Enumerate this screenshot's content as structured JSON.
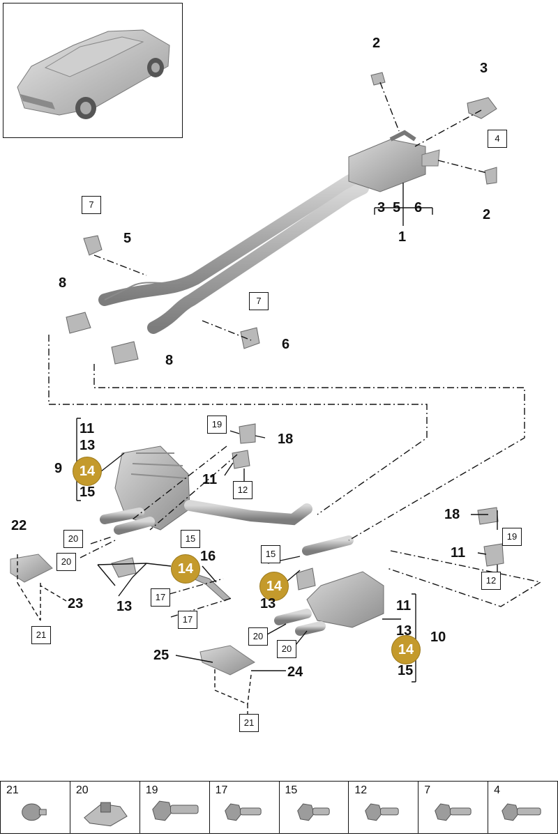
{
  "callouts": {
    "c2a": "2",
    "c3": "3",
    "c4": "4",
    "c2b": "2",
    "c3b": "3",
    "c5b": "5",
    "c6b": "6",
    "c1": "1",
    "c7a": "7",
    "c5": "5",
    "c8a": "8",
    "c7b": "7",
    "c6": "6",
    "c8b": "8",
    "c11a": "11",
    "c13a": "13",
    "c9": "9",
    "c14a": "14",
    "c15a": "15",
    "c19a": "19",
    "c18a": "18",
    "c11b": "11",
    "c12a": "12",
    "c22": "22",
    "c20a": "20",
    "c20b": "20",
    "c23": "23",
    "c21a": "21",
    "c15b": "15",
    "c14b": "14",
    "c16": "16",
    "c13b": "13",
    "c17a": "17",
    "c17b": "17",
    "c15c": "15",
    "c14c": "14",
    "c13c": "13",
    "c18b": "18",
    "c19b": "19",
    "c11c": "11",
    "c12b": "12",
    "c11d": "11",
    "c13d": "13",
    "c10": "10",
    "c14d": "14",
    "c15d": "15",
    "c20c": "20",
    "c20d": "20",
    "c25": "25",
    "c24": "24",
    "c21b": "21"
  },
  "parts_bar": [
    {
      "num": "21",
      "icon": "push-nut-icon"
    },
    {
      "num": "20",
      "icon": "clip-nut-icon"
    },
    {
      "num": "19",
      "icon": "hex-bolt-icon"
    },
    {
      "num": "17",
      "icon": "hex-bolt-icon"
    },
    {
      "num": "15",
      "icon": "hex-bolt-icon"
    },
    {
      "num": "12",
      "icon": "hex-bolt-icon"
    },
    {
      "num": "7",
      "icon": "hex-bolt-icon"
    },
    {
      "num": "4",
      "icon": "hex-bolt-icon"
    }
  ],
  "colors": {
    "accent_gold": "#c49a2c",
    "part_grey": "#b9b9b9",
    "line": "#111111"
  }
}
